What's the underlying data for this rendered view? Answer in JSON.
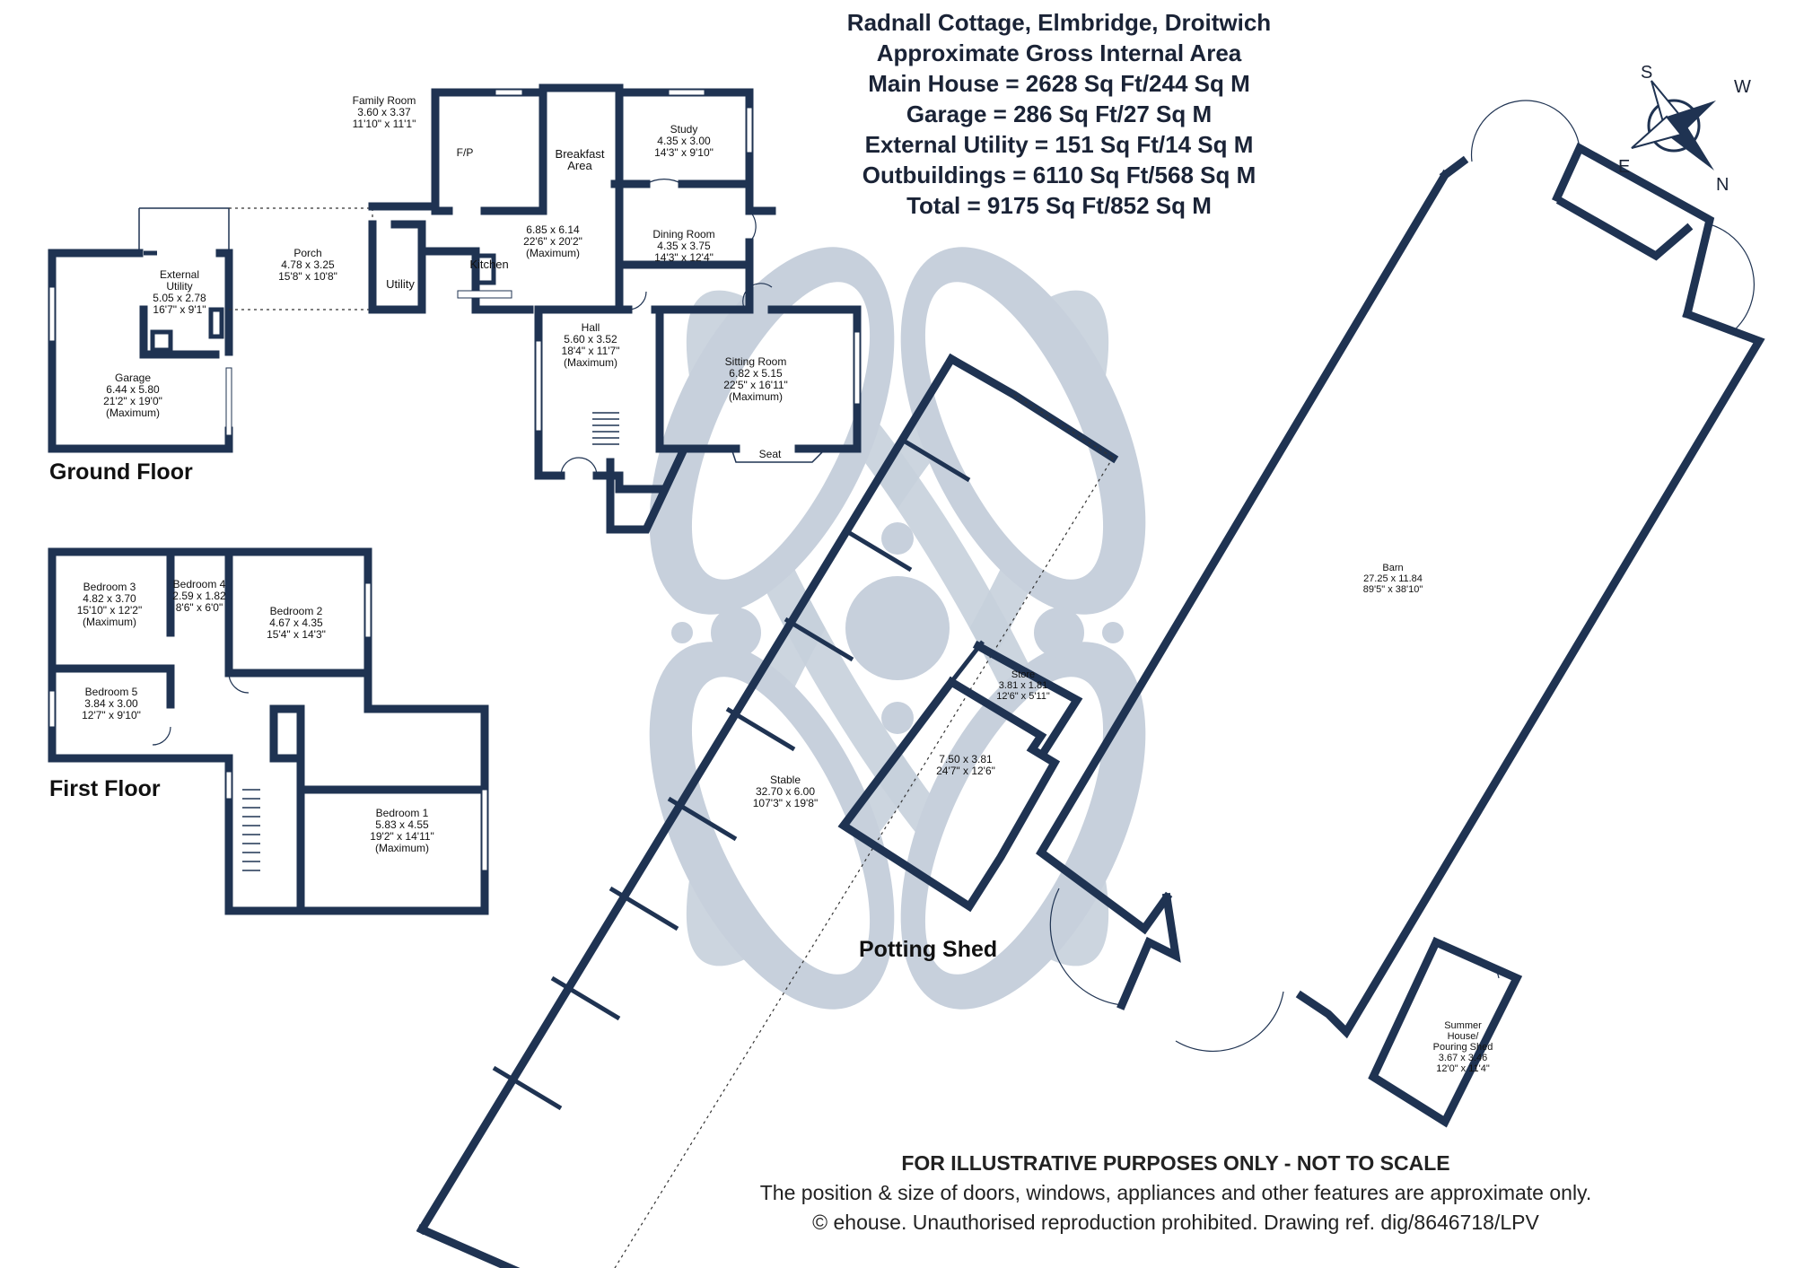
{
  "header": {
    "title": "Radnall Cottage, Elmbridge, Droitwich",
    "subtitle": "Approximate Gross Internal Area",
    "areas": [
      "Main House = 2628 Sq Ft/244 Sq M",
      "Garage = 286 Sq Ft/27 Sq M",
      "External Utility = 151 Sq Ft/14 Sq M",
      "Outbuildings = 6110 Sq Ft/568 Sq M",
      "Total = 9175 Sq Ft/852 Sq M"
    ]
  },
  "compass": {
    "n": "N",
    "s": "S",
    "e": "E",
    "w": "W"
  },
  "ground_floor": {
    "title": "Ground Floor",
    "rooms": {
      "family_room": {
        "name": "Family Room",
        "metric": "3.60 x 3.37",
        "imperial": "11'10\" x 11'1\""
      },
      "fp": {
        "name": "F/P"
      },
      "breakfast": {
        "name": "Breakfast",
        "name2": "Area"
      },
      "study": {
        "name": "Study",
        "metric": "4.35 x 3.00",
        "imperial": "14'3\" x 9'10\""
      },
      "kitchen_dims": {
        "metric": "6.85 x 6.14",
        "imperial": "22'6\" x 20'2\"",
        "note": "(Maximum)"
      },
      "kitchen": {
        "name": "Kitchen"
      },
      "dining": {
        "name": "Dining Room",
        "metric": "4.35 x 3.75",
        "imperial": "14'3\" x 12'4\""
      },
      "porch": {
        "name": "Porch",
        "metric": "4.78 x 3.25",
        "imperial": "15'8\" x 10'8\""
      },
      "utility": {
        "name": "Utility"
      },
      "ext_utility": {
        "name": "External",
        "name2": "Utility",
        "metric": "5.05 x 2.78",
        "imperial": "16'7\" x 9'1\""
      },
      "garage": {
        "name": "Garage",
        "metric": "6.44 x 5.80",
        "imperial": "21'2\" x 19'0\"",
        "note": "(Maximum)"
      },
      "hall": {
        "name": "Hall",
        "metric": "5.60 x 3.52",
        "imperial": "18'4\" x 11'7\"",
        "note": "(Maximum)"
      },
      "sitting": {
        "name": "Sitting Room",
        "metric": "6.82 x 5.15",
        "imperial": "22'5\" x 16'11\"",
        "note": "(Maximum)"
      },
      "seat": {
        "name": "Seat"
      }
    }
  },
  "first_floor": {
    "title": "First Floor",
    "rooms": {
      "bed3": {
        "name": "Bedroom 3",
        "metric": "4.82 x 3.70",
        "imperial": "15'10\" x 12'2\"",
        "note": "(Maximum)"
      },
      "bed4": {
        "name": "Bedroom 4",
        "metric": "2.59 x 1.82",
        "imperial": "8'6\" x 6'0\""
      },
      "bed2": {
        "name": "Bedroom 2",
        "metric": "4.67 x 4.35",
        "imperial": "15'4\" x 14'3\""
      },
      "bed5": {
        "name": "Bedroom 5",
        "metric": "3.84 x 3.00",
        "imperial": "12'7\" x 9'10\""
      },
      "bed1": {
        "name": "Bedroom 1",
        "metric": "5.83 x 4.55",
        "imperial": "19'2\" x 14'11\"",
        "note": "(Maximum)"
      }
    }
  },
  "outbuildings": {
    "stable": {
      "name": "Stable",
      "metric": "32.70 x 6.00",
      "imperial": "107'3\" x 19'8\""
    },
    "store": {
      "name": "Store",
      "metric": "3.81 x 1.81",
      "imperial": "12'6\" x 5'11\""
    },
    "potting": {
      "title": "Potting Shed",
      "metric": "7.50 x 3.81",
      "imperial": "24'7\" x 12'6\""
    },
    "barn": {
      "name": "Barn",
      "metric": "27.25 x 11.84",
      "imperial": "89'5\" x 38'10\""
    },
    "summer": {
      "name": "Summer",
      "name2": "House/",
      "name3": "Pouring Shed",
      "metric": "3.67 x 3.46",
      "imperial": "12'0\" x 11'4\""
    }
  },
  "footer": {
    "disclaimer": "FOR ILLUSTRATIVE PURPOSES ONLY - NOT TO SCALE",
    "note": "The position & size of doors, windows, appliances and other features are approximate only.",
    "copyright": "© ehouse. Unauthorised reproduction prohibited. Drawing ref. dig/8646718/LPV"
  },
  "colors": {
    "wall": "#1f3352",
    "watermark": "#c7d0dc",
    "text": "#111111"
  }
}
